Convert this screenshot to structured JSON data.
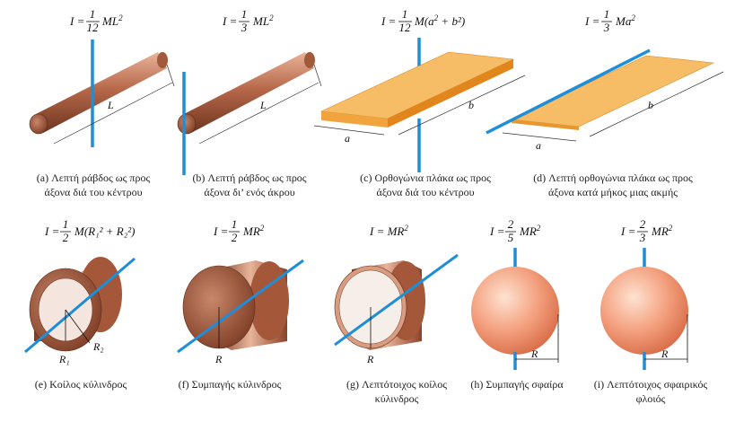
{
  "colors": {
    "axis": "#1e8ed8",
    "rod": "#b8694a",
    "plate": "#f5b55a",
    "plate_side": "#e08a20",
    "cylinder": "#bd6e4e",
    "sphere": "#f29a78"
  },
  "panels": [
    {
      "id": "a",
      "formula_prefix": "I = ",
      "num": "1",
      "den": "12",
      "suffix": "ML",
      "sup": "2",
      "tail": "",
      "caption": [
        "(a) Λεπτή ράβδος ως προς",
        "άξονα διά του κέντρου"
      ],
      "labels": {
        "length": "L"
      }
    },
    {
      "id": "b",
      "formula_prefix": "I = ",
      "num": "1",
      "den": "3",
      "suffix": "ML",
      "sup": "2",
      "tail": "",
      "caption": [
        "(b) Λεπτή ράβδος ως προς",
        "άξονα δι’ ενός άκρου"
      ],
      "labels": {
        "length": "L"
      }
    },
    {
      "id": "c",
      "formula_prefix": "I = ",
      "num": "1",
      "den": "12",
      "suffix": "M(a",
      "sup": "2",
      "tail": " + b²)",
      "caption": [
        "(c) Ορθογώνια πλάκα ως προς",
        "άξονα διά του κέντρου"
      ],
      "labels": {
        "a": "a",
        "b": "b"
      }
    },
    {
      "id": "d",
      "formula_prefix": "I = ",
      "num": "1",
      "den": "3",
      "suffix": "Ma",
      "sup": "2",
      "tail": "",
      "caption": [
        "(d) Λεπτή ορθογώνια πλάκα ως προς",
        "άξονα κατά μήκος μιας ακμής"
      ],
      "labels": {
        "a": "a",
        "b": "b"
      }
    },
    {
      "id": "e",
      "formula_prefix": "I = ",
      "num": "1",
      "den": "2",
      "suffix": "M(R₁² + R₂²)",
      "sup": "",
      "tail": "",
      "caption": [
        "(e) Κοίλος κύλινδρος"
      ],
      "labels": {
        "r1": "R₁",
        "r2": "R₂"
      }
    },
    {
      "id": "f",
      "formula_prefix": "I = ",
      "num": "1",
      "den": "2",
      "suffix": "MR",
      "sup": "2",
      "tail": "",
      "caption": [
        "(f) Συμπαγής κύλινδρος"
      ],
      "labels": {
        "r": "R"
      }
    },
    {
      "id": "g",
      "formula_prefix": "I = MR",
      "num": "",
      "den": "",
      "suffix": "",
      "sup": "2",
      "tail": "",
      "caption": [
        "(g) Λεπτότοιχος κοίλος",
        "κύλινδρος"
      ],
      "labels": {
        "r": "R"
      }
    },
    {
      "id": "h",
      "formula_prefix": "I = ",
      "num": "2",
      "den": "5",
      "suffix": "MR",
      "sup": "2",
      "tail": "",
      "caption": [
        "(h) Συμπαγής σφαίρα"
      ],
      "labels": {
        "r": "R"
      }
    },
    {
      "id": "i",
      "formula_prefix": "I = ",
      "num": "2",
      "den": "3",
      "suffix": "MR",
      "sup": "2",
      "tail": "",
      "caption": [
        "(i) Λεπτότοιχος σφαιρικός",
        "φλοιός"
      ],
      "labels": {
        "r": "R"
      }
    }
  ]
}
